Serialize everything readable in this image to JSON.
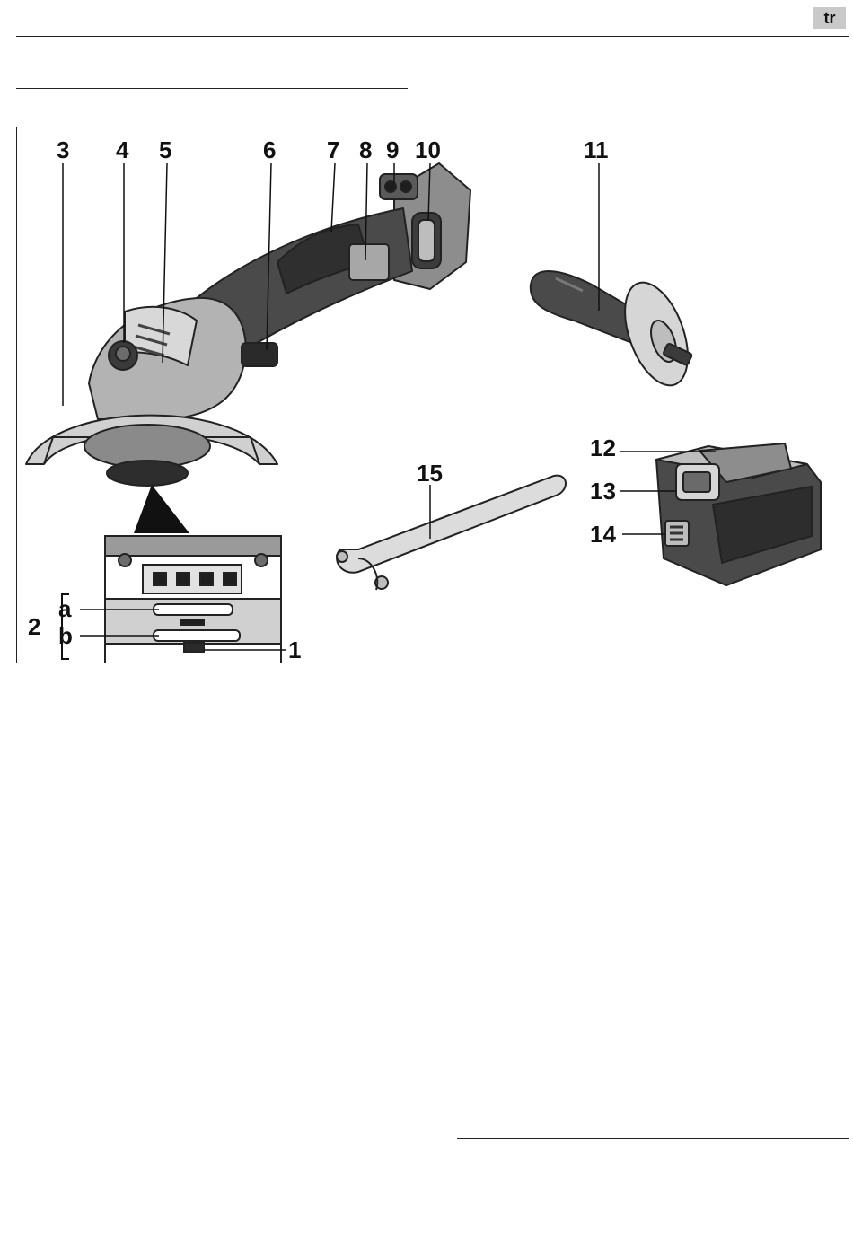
{
  "header": {
    "language_code": "tr"
  },
  "figure": {
    "callouts": {
      "n1": "1",
      "n2": "2",
      "n3": "3",
      "n4": "4",
      "n5": "5",
      "n6": "6",
      "n7": "7",
      "n8": "8",
      "n9": "9",
      "n10": "10",
      "n11": "11",
      "n12": "12",
      "n13": "13",
      "n14": "14",
      "n15": "15",
      "a": "a",
      "b": "b"
    }
  }
}
